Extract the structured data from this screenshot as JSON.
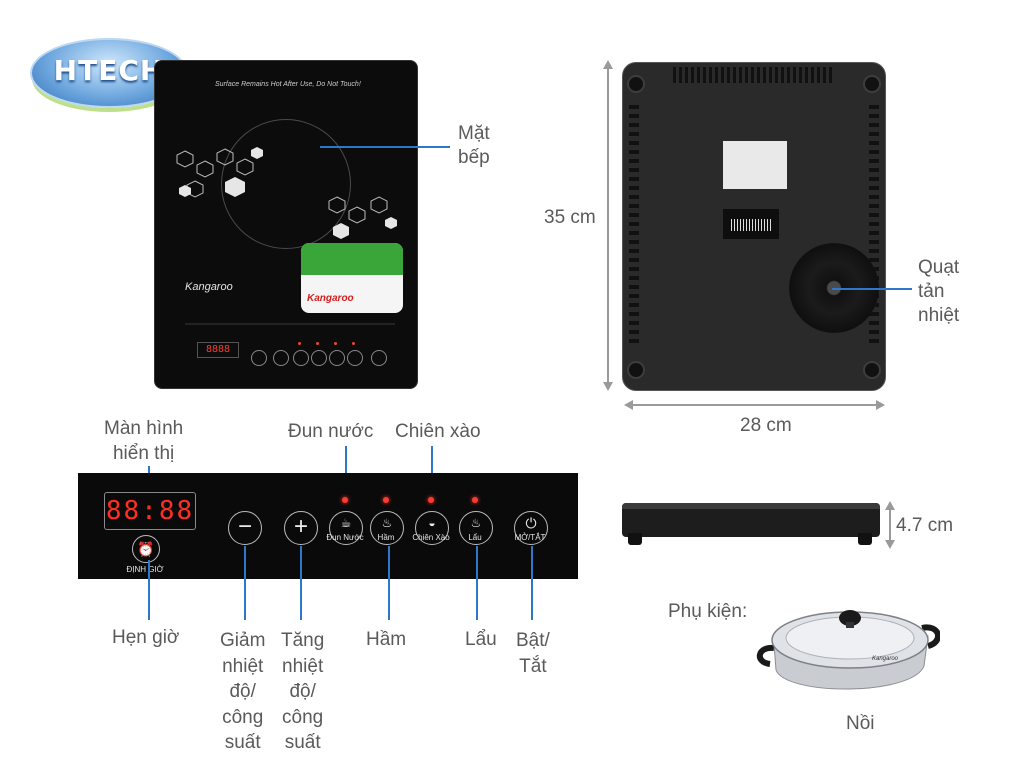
{
  "logo": {
    "text": "HTECH"
  },
  "top_cooktop": {
    "warning": "Surface Remains Hot After Use, Do Not Touch!",
    "brand": "Kangaroo",
    "sticker_brand": "Kangaroo",
    "mini_display": "8888"
  },
  "labels": {
    "surface": "Mặt\nbếp",
    "height_35": "35 cm",
    "fan": "Quạt\ntản\nnhiệt",
    "width_28": "28 cm",
    "depth_47": "4.7 cm",
    "display": "Màn hình\nhiển thị",
    "boil": "Đun nước",
    "fry": "Chiên xào",
    "timer": "Hẹn giờ",
    "decrease": "Giảm\nnhiệt\nđộ/\ncông\nsuất",
    "increase": "Tăng\nnhiệt\nđộ/\ncông\nsuất",
    "stew": "Hầm",
    "hotpot": "Lẩu",
    "power": "Bật/\nTắt",
    "accessory": "Phụ kiện:",
    "pot": "Nồi"
  },
  "panel": {
    "display": "88:88",
    "timer_caption": "ĐỊNH GIỜ",
    "boil_caption": "Đun Nước",
    "stew_caption": "Hầm",
    "fry_caption": "Chiên Xào",
    "hotpot_caption": "Lẩu",
    "power_caption": "MỞ/TẮT"
  },
  "pot_brand": "Kangaroo",
  "colors": {
    "callout": "#2e78c9",
    "led": "#ff3b2f",
    "dimension": "#9a9a9a"
  }
}
